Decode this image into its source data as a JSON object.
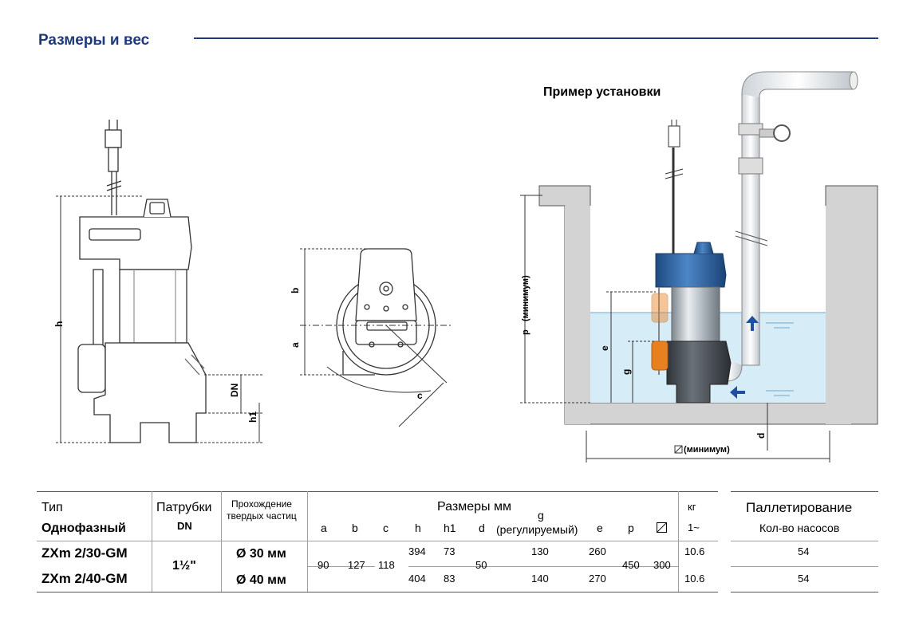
{
  "header": {
    "title": "Размеры и вес"
  },
  "installation": {
    "title": "Пример установки"
  },
  "labels": {
    "h": "h",
    "b": "b",
    "a": "a",
    "c": "c",
    "dn": "DN",
    "h1": "h1",
    "p": "p",
    "p_min": "(минимум)",
    "e": "e",
    "g": "g",
    "d": "d",
    "width_min": "(минимум)"
  },
  "table": {
    "col_type": "Тип",
    "col_type_sub": "Однофазный",
    "col_ports": "Патрубки",
    "col_ports_sub": "DN",
    "col_solids_1": "Прохождение",
    "col_solids_2": "твердых частиц",
    "col_dims": "Размеры мм",
    "dims": {
      "a": "a",
      "b": "b",
      "c": "c",
      "h": "h",
      "h1": "h1",
      "d": "d",
      "g": "g",
      "g_sub": "(регулируемый)",
      "e": "e",
      "p": "p"
    },
    "col_kg": "кг",
    "col_kg_sub": "1~",
    "col_pallet": "Паллетирование",
    "col_pallet_sub": "Кол-во насосов",
    "shared": {
      "dn": "1½\"",
      "a": "90",
      "b": "127",
      "c": "118",
      "d": "50",
      "p": "450",
      "sq": "300"
    },
    "rows": [
      {
        "type": "ZXm 2/30-GM",
        "solids": "Ø 30 мм",
        "h": "394",
        "h1": "73",
        "g": "130",
        "e": "260",
        "kg": "10.6",
        "pallet": "54"
      },
      {
        "type": "ZXm 2/40-GM",
        "solids": "Ø 40 мм",
        "h": "404",
        "h1": "83",
        "g": "140",
        "e": "270",
        "kg": "10.6",
        "pallet": "54"
      }
    ]
  },
  "colors": {
    "accent": "#1f3a7a",
    "water": "#d6ecf7",
    "pump_blue": "#2f66a8",
    "float_orange": "#e8801f"
  }
}
